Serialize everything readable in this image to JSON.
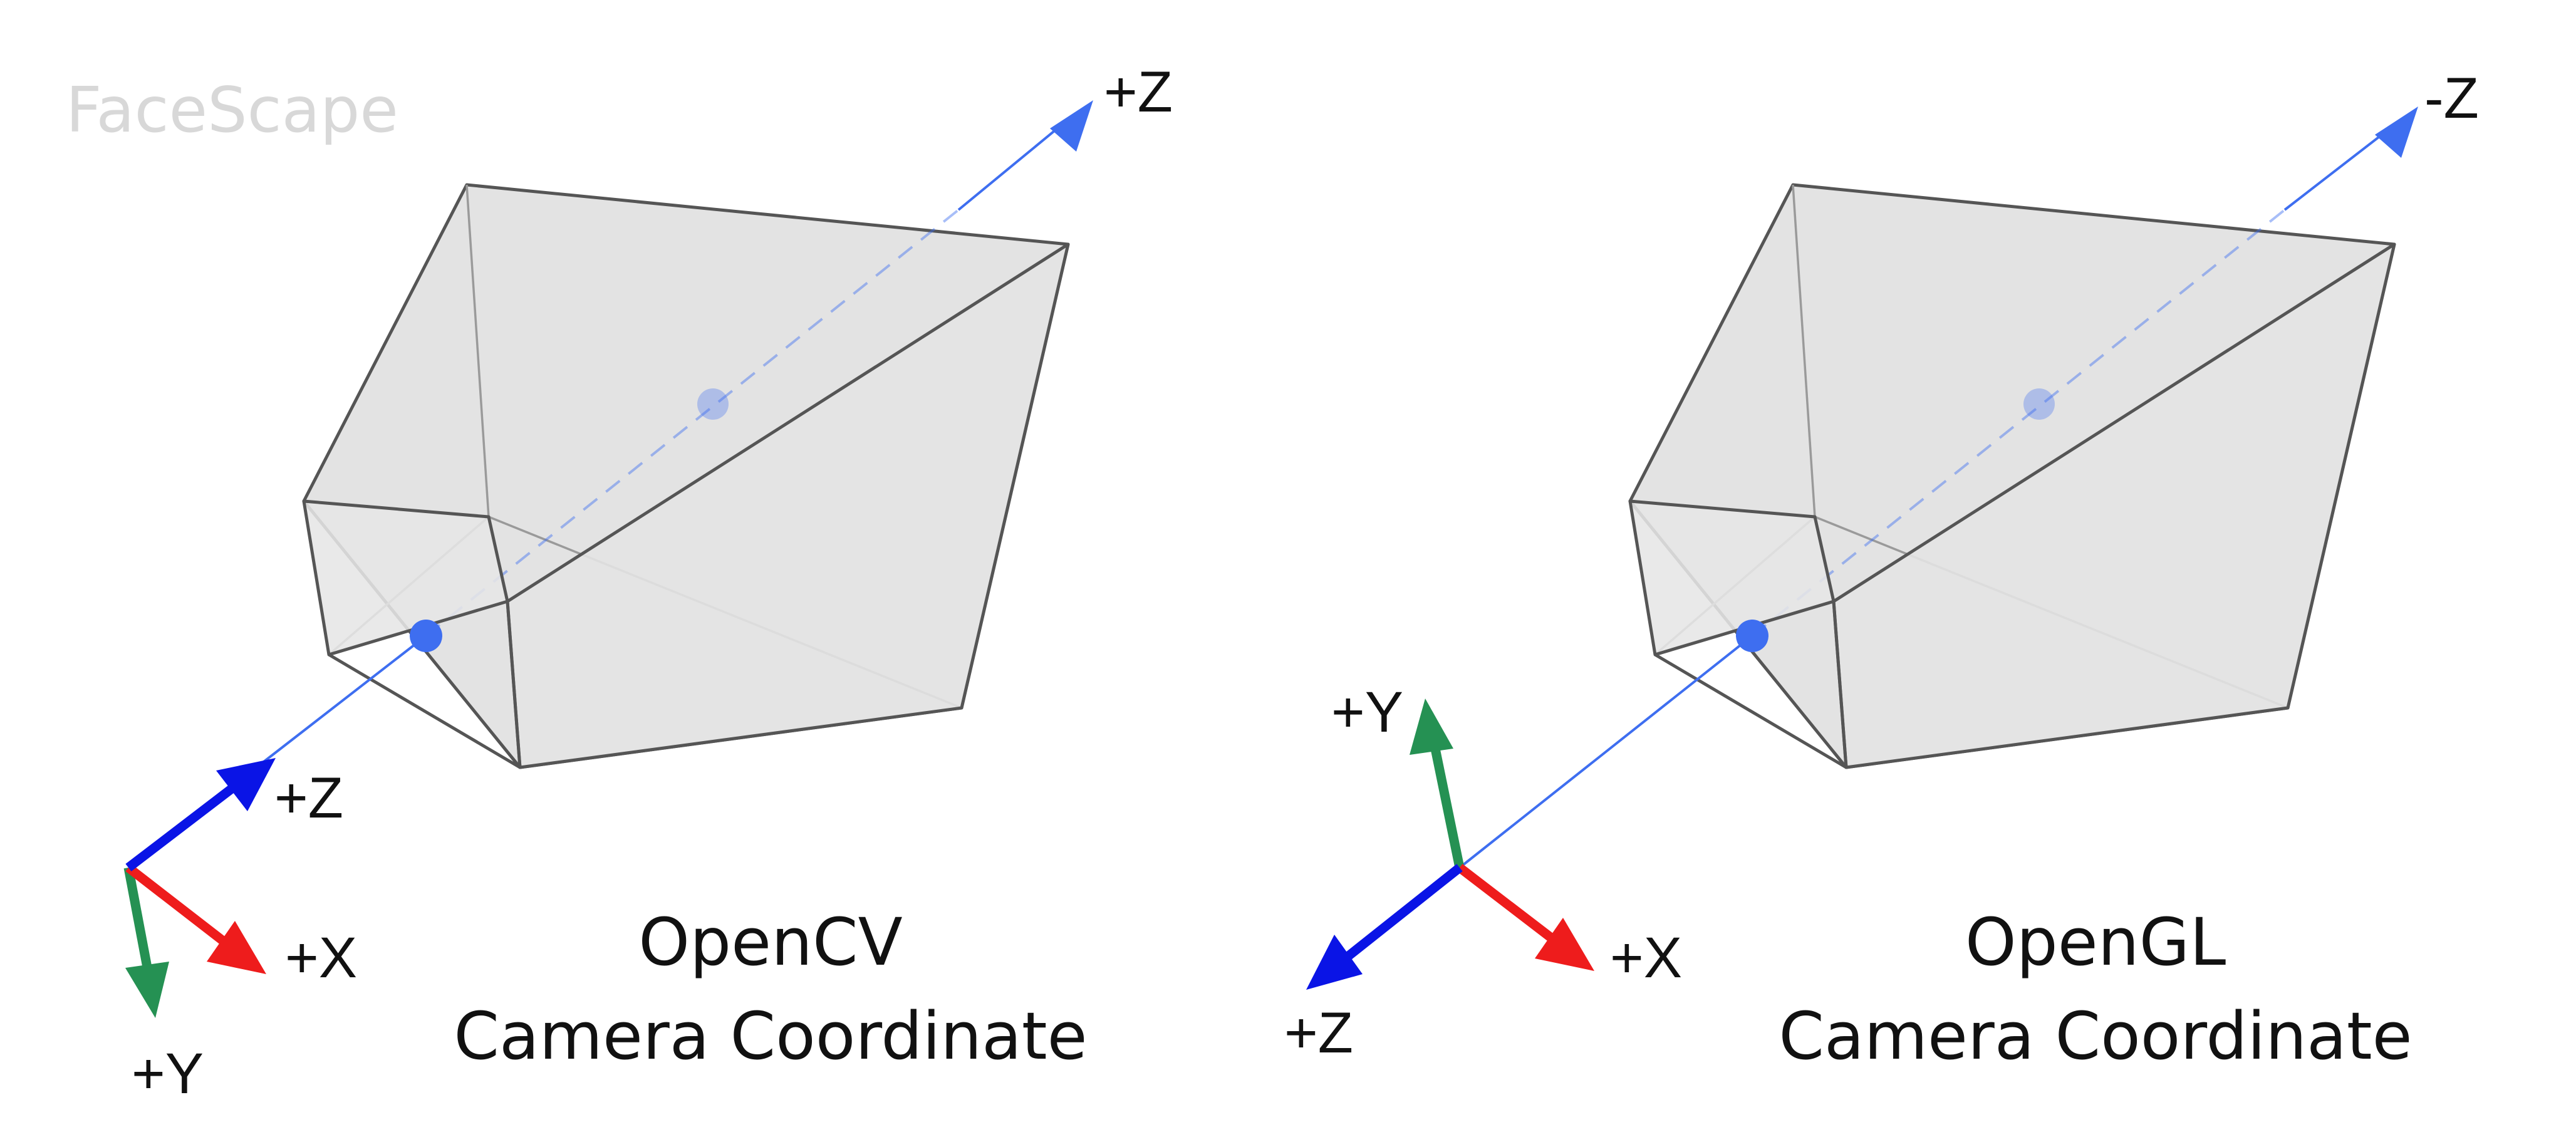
{
  "watermark": "FaceScape",
  "colors": {
    "x_axis": "#ee1c1c",
    "y_axis": "#259153",
    "z_axis": "#0a14e6",
    "optical_axis": "#3e6ef0",
    "frustum_fill": "#e3e3e3",
    "frustum_edge": "#555555"
  },
  "opencv": {
    "optical_axis_label": "+Z",
    "axes": {
      "x": "+X",
      "y": "+Y",
      "z": "+Z"
    },
    "caption": [
      "OpenCV",
      "Camera Coordinate"
    ]
  },
  "opengl": {
    "optical_axis_label": "-Z",
    "axes": {
      "x": "+X",
      "y": "+Y",
      "z": "+Z"
    },
    "caption": [
      "OpenGL",
      "Camera Coordinate"
    ]
  }
}
